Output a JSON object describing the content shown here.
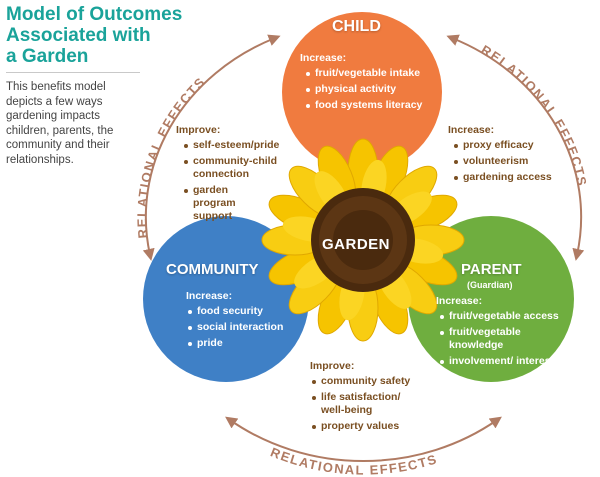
{
  "title_lines": [
    "Model of Outcomes",
    "Associated with",
    "a Garden"
  ],
  "description": "This benefits model depicts a few ways gardening impacts children, parents, the community and their relationships.",
  "ring_label": "RELATIONAL EFFECTS",
  "center_label": "GARDEN",
  "colors": {
    "title": "#1aa39a",
    "ring": "#b07b63",
    "child": "#f07b3f",
    "community": "#3f80c6",
    "parent": "#6fae3f",
    "text_brown": "#7a4f22"
  },
  "child": {
    "name": "CHILD",
    "lead": "Increase:",
    "items": [
      "fruit/vegetable intake",
      "physical activity",
      "food systems literacy"
    ]
  },
  "community": {
    "name": "COMMUNITY",
    "lead": "Increase:",
    "items": [
      "food security",
      "social interaction",
      "pride"
    ]
  },
  "parent": {
    "name": "PARENT",
    "sub": "(Guardian)",
    "lead": "Increase:",
    "items": [
      "fruit/vegetable access",
      "fruit/vegetable knowledge",
      "involvement/ interest"
    ]
  },
  "child_community": {
    "lead": "Improve:",
    "items": [
      "self-esteem/pride",
      "community-child connection",
      "garden program support"
    ]
  },
  "child_parent": {
    "lead": "Increase:",
    "items": [
      "proxy efficacy",
      "volunteerism",
      "gardening access"
    ]
  },
  "community_parent": {
    "lead": "Improve:",
    "items": [
      "community safety",
      "life satisfaction/ well-being",
      "property values"
    ]
  }
}
